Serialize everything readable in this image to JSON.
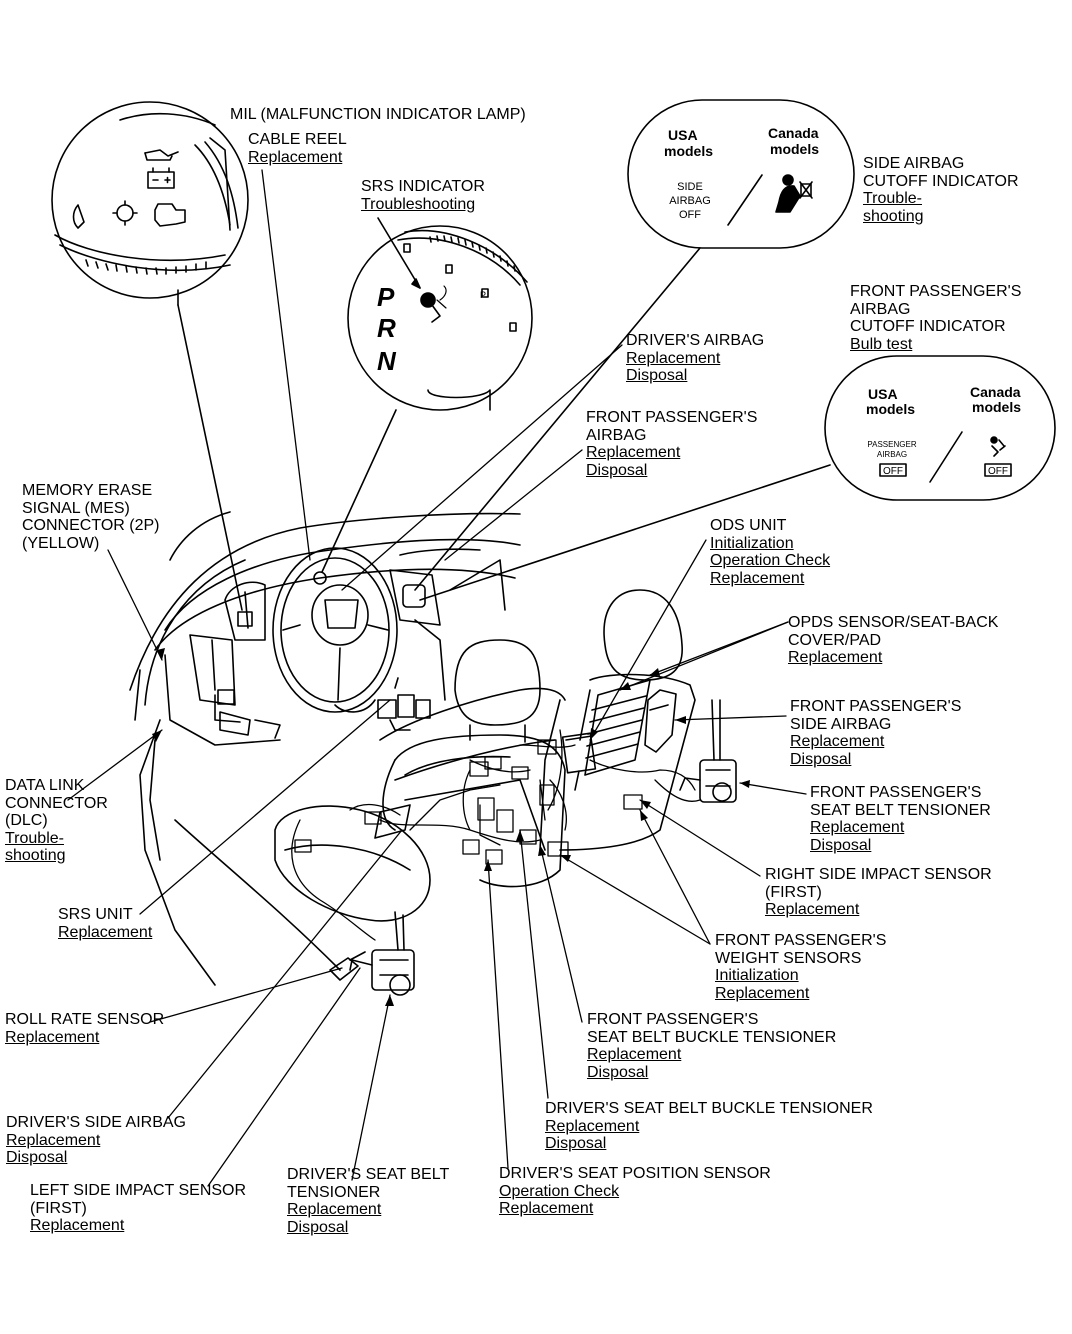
{
  "callouts": {
    "mil": {
      "title": [
        "MIL (MALFUNCTION INDICATOR LAMP)"
      ],
      "links": []
    },
    "cable_reel": {
      "title": [
        "CABLE REEL"
      ],
      "links": [
        "Replacement"
      ]
    },
    "srs_indicator": {
      "title": [
        "SRS INDICATOR"
      ],
      "links": [
        "Troubleshooting"
      ]
    },
    "side_airbag_cutoff": {
      "title": [
        "SIDE AIRBAG",
        "CUTOFF INDICATOR"
      ],
      "links": [
        "Trouble-",
        "shooting"
      ]
    },
    "fp_airbag_cutoff": {
      "title": [
        "FRONT PASSENGER'S",
        "AIRBAG",
        "CUTOFF INDICATOR"
      ],
      "links": [
        "Bulb test"
      ]
    },
    "drivers_airbag": {
      "title": [
        "DRIVER'S AIRBAG"
      ],
      "links": [
        "Replacement",
        "Disposal"
      ]
    },
    "fp_airbag": {
      "title": [
        "FRONT PASSENGER'S",
        "AIRBAG"
      ],
      "links": [
        "Replacement",
        "Disposal"
      ]
    },
    "mes_connector": {
      "title": [
        "MEMORY ERASE",
        "SIGNAL (MES)",
        "CONNECTOR (2P)",
        "(YELLOW)"
      ],
      "links": []
    },
    "ods_unit": {
      "title": [
        "ODS UNIT"
      ],
      "links": [
        "Initialization",
        "Operation Check",
        "Replacement"
      ]
    },
    "opds_sensor": {
      "title": [
        "OPDS SENSOR/SEAT-BACK",
        "COVER/PAD"
      ],
      "links": [
        "Replacement"
      ]
    },
    "fp_side_airbag": {
      "title": [
        "FRONT PASSENGER'S",
        "SIDE AIRBAG"
      ],
      "links": [
        "Replacement",
        "Disposal"
      ]
    },
    "fp_seat_belt_tensioner": {
      "title": [
        "FRONT PASSENGER'S",
        "SEAT BELT TENSIONER"
      ],
      "links": [
        "Replacement",
        "Disposal"
      ]
    },
    "dlc": {
      "title": [
        "DATA LINK",
        "CONNECTOR",
        "(DLC)"
      ],
      "links": [
        "Trouble-",
        "shooting"
      ]
    },
    "right_side_impact": {
      "title": [
        "RIGHT SIDE IMPACT SENSOR",
        "(FIRST)"
      ],
      "links": [
        "Replacement"
      ]
    },
    "srs_unit": {
      "title": [
        "SRS UNIT"
      ],
      "links": [
        "Replacement"
      ]
    },
    "fp_weight_sensors": {
      "title": [
        "FRONT PASSENGER'S",
        "WEIGHT SENSORS"
      ],
      "links": [
        "Initialization",
        "Replacement"
      ]
    },
    "roll_rate_sensor": {
      "title": [
        "ROLL RATE SENSOR"
      ],
      "links": [
        "Replacement"
      ]
    },
    "fp_buckle_tensioner": {
      "title": [
        "FRONT PASSENGER'S",
        "SEAT BELT BUCKLE TENSIONER"
      ],
      "links": [
        "Replacement",
        "Disposal"
      ]
    },
    "drivers_side_airbag": {
      "title": [
        "DRIVER'S SIDE AIRBAG"
      ],
      "links": [
        "Replacement",
        "Disposal"
      ]
    },
    "drivers_buckle_tensioner": {
      "title": [
        "DRIVER'S SEAT BELT BUCKLE TENSIONER"
      ],
      "links": [
        "Replacement",
        "Disposal"
      ]
    },
    "left_side_impact": {
      "title": [
        "LEFT SIDE IMPACT SENSOR",
        "(FIRST)"
      ],
      "links": [
        "Replacement"
      ]
    },
    "drivers_seat_belt_tensioner": {
      "title": [
        "DRIVER'S SEAT BELT",
        "TENSIONER"
      ],
      "links": [
        "Replacement",
        "Disposal"
      ]
    },
    "drivers_seat_position": {
      "title": [
        "DRIVER'S SEAT POSITION SENSOR"
      ],
      "links": [
        "Operation Check",
        "Replacement"
      ]
    }
  },
  "insets": {
    "side_airbag": {
      "usa": "USA models",
      "canada": "Canada models",
      "usa_text": [
        "SIDE",
        "AIRBAG",
        "OFF"
      ]
    },
    "passenger_airbag": {
      "usa": "USA models",
      "canada": "Canada models",
      "usa_text": [
        "PASSENGER",
        "AIRBAG"
      ],
      "off_usa": "OFF",
      "off_canada": "OFF"
    },
    "gear": {
      "p1": "P",
      "r": "R",
      "n": "N",
      "p2": "P"
    }
  }
}
